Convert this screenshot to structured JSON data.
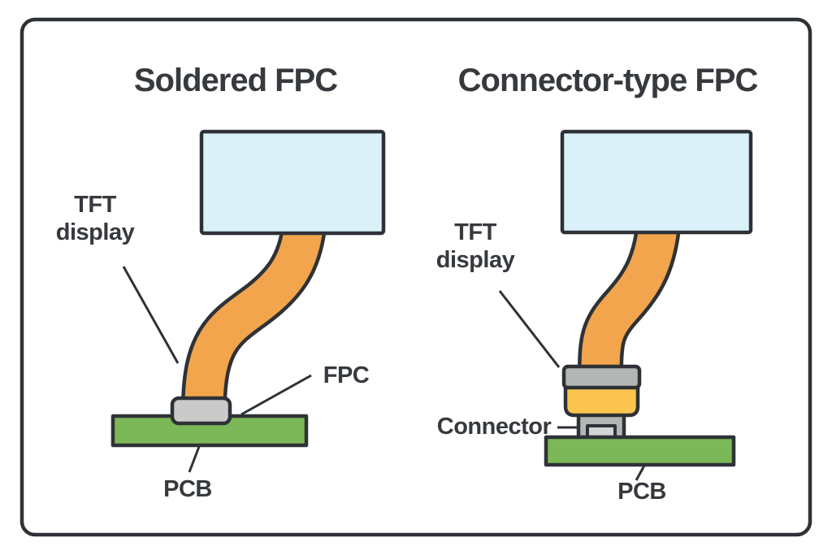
{
  "colors": {
    "background": "#ffffff",
    "outline": "#2e3237",
    "text": "#36393d",
    "display_fill": "#dbf1f9",
    "fpc_orange": "#f2a54c",
    "connector_yellow": "#fbc54f",
    "pcb_green": "#7cb857",
    "solder_gray": "#c9cac9",
    "gray": "#b4b6b6",
    "gray_light": "#d4d5d4"
  },
  "left": {
    "title": "Soldered FPC",
    "display_label_line1": "TFT",
    "display_label_line2": "display",
    "fpc_label": "FPC",
    "pcb_label": "PCB"
  },
  "right": {
    "title": "Connector-type FPC",
    "display_label_line1": "TFT",
    "display_label_line2": "display",
    "connector_label": "Connector",
    "pcb_label": "PCB"
  }
}
